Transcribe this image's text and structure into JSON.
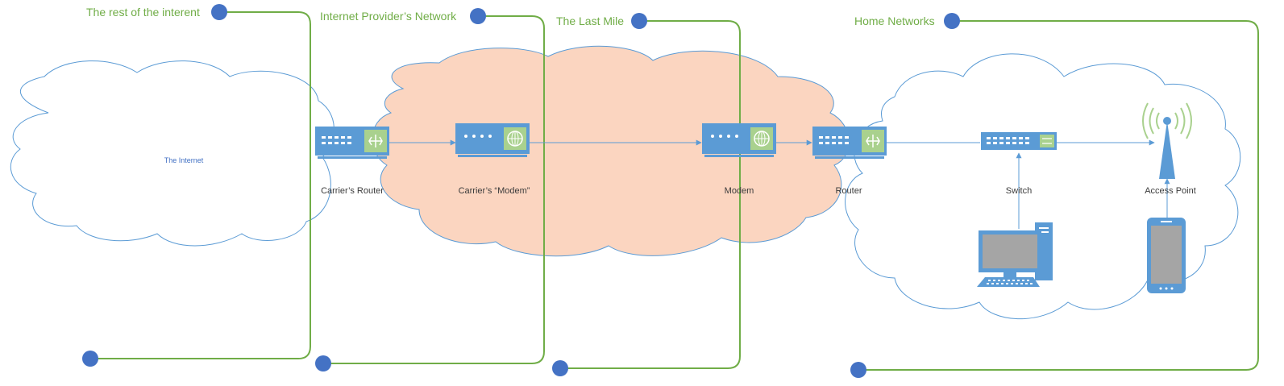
{
  "zones": {
    "internet": {
      "label": "The rest of the interent"
    },
    "provider": {
      "label": "Internet Provider’s Network"
    },
    "last_mile": {
      "label": "The Last Mile"
    },
    "home": {
      "label": "Home Networks"
    }
  },
  "clouds": {
    "internet_label": "The Internet"
  },
  "devices": {
    "carrier_router": "Carrier’s Router",
    "carrier_modem": "Carrier’s “Modem”",
    "modem": "Modem",
    "router": "Router",
    "switch": "Switch",
    "access_point": "Access Point"
  },
  "colors": {
    "zone_green": "#70ad47",
    "zone_dot": "#4472c4",
    "device_blue": "#5b9bd5",
    "device_green": "#a9d18e",
    "cloud_fill_provider": "#fbd5c0",
    "cloud_stroke": "#5b9bd5",
    "label_text": "#3b3b3b"
  }
}
